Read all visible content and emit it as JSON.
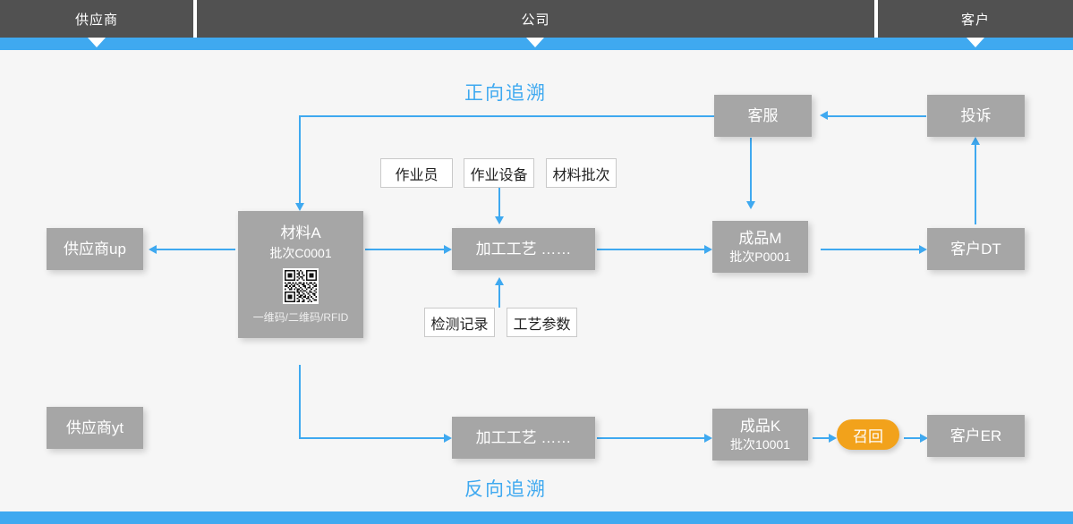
{
  "header": {
    "lanes": [
      {
        "label": "供应商",
        "name": "lane-supplier"
      },
      {
        "label": "公司",
        "name": "lane-company"
      },
      {
        "label": "客户",
        "name": "lane-customer"
      }
    ]
  },
  "captions": {
    "forward": "正向追溯",
    "backward": "反向追溯"
  },
  "nodes": {
    "supplier_up": {
      "label": "供应商up"
    },
    "supplier_yt": {
      "label": "供应商yt"
    },
    "material": {
      "title": "材料A",
      "batch": "批次C0001",
      "code_label": "一维码/二维码/RFID",
      "qr_alt": "qr-code"
    },
    "process_top": {
      "label": "加工工艺  ……"
    },
    "process_bottom": {
      "label": "加工工艺  ……"
    },
    "product_m": {
      "title": "成品M",
      "batch": "批次P0001"
    },
    "product_k": {
      "title": "成品K",
      "batch": "批次10001"
    },
    "customer_service": {
      "label": "客服"
    },
    "complaint": {
      "label": "投诉"
    },
    "customer_dt": {
      "label": "客户DT"
    },
    "customer_er": {
      "label": "客户ER"
    },
    "recall": {
      "label": "召回"
    }
  },
  "attributes": {
    "top": [
      {
        "label": "作业员"
      },
      {
        "label": "作业设备"
      },
      {
        "label": "材料批次"
      }
    ],
    "bottom": [
      {
        "label": "检测记录"
      },
      {
        "label": "工艺参数"
      }
    ]
  },
  "colors": {
    "accent": "#3fa9f0",
    "node": "#a6a6a6",
    "header": "#515151",
    "recall": "#f2a21b",
    "canvas": "#f6f6f6"
  }
}
